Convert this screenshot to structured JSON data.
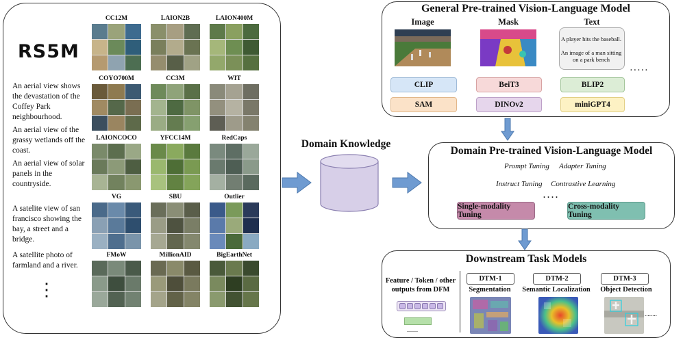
{
  "left": {
    "logo_text": "RS5M",
    "captions": [
      "An aerial view shows the devastation of the Coffey Park neighbourhood.",
      "An aerial view of the grassy wetlands off the coast.",
      "An aerial view of solar panels in the countryside.",
      "A satelite view of san francisco showing the bay, a street and a bridge.",
      "A satellite photo of farmland and a river."
    ],
    "caption_ellipsis": "⋮",
    "datasets": [
      {
        "name": "CC12M",
        "palette": [
          "#5a7c8e",
          "#9aa37a",
          "#3e6b8f",
          "#c7b48a",
          "#6b8a5a",
          "#2f5e7a",
          "#b59a70",
          "#8fa3b0",
          "#4d6e52"
        ]
      },
      {
        "name": "LAION2B",
        "palette": [
          "#8a8f6a",
          "#a79e82",
          "#5f6d52",
          "#7a7f5c",
          "#b2ab8c",
          "#6a7352",
          "#958d6e",
          "#585f48",
          "#a0a285"
        ]
      },
      {
        "name": "LAION400M",
        "palette": [
          "#5e7a4a",
          "#8aa060",
          "#4c6a3e",
          "#a5b77a",
          "#6e8e52",
          "#3f5a33",
          "#93a86b",
          "#7b9058",
          "#56703f"
        ]
      },
      {
        "name": "COYO700M",
        "palette": [
          "#6a5a3a",
          "#8e7a50",
          "#3d5a72",
          "#a08a62",
          "#55684a",
          "#7a6e52",
          "#3b4e5e",
          "#9a8560",
          "#5e6a4a"
        ]
      },
      {
        "name": "CC3M",
        "palette": [
          "#6e8a5a",
          "#8fa37a",
          "#5a7048",
          "#a3b48e",
          "#4e6a42",
          "#7f9466",
          "#9aac84",
          "#647c50",
          "#86a070"
        ]
      },
      {
        "name": "WIT",
        "palette": [
          "#8a8a7a",
          "#a5a292",
          "#6e6e62",
          "#93907e",
          "#b5b2a2",
          "#7a7868",
          "#5e5e54",
          "#9e9b8a",
          "#84826f"
        ]
      },
      {
        "name": "LAIONCOCO",
        "palette": [
          "#7a8a6a",
          "#5c6e4e",
          "#9aa886",
          "#6a7a5a",
          "#8c9a78",
          "#4e5e42",
          "#a8b494",
          "#72825e",
          "#8a9870"
        ]
      },
      {
        "name": "YFCC14M",
        "palette": [
          "#6a8a4a",
          "#8aaa5e",
          "#5a7a3e",
          "#9ab86e",
          "#4e6e36",
          "#7a9a52",
          "#a8c27e",
          "#628242",
          "#84a45a"
        ]
      },
      {
        "name": "RedCaps",
        "palette": [
          "#7a8a7e",
          "#5e6e64",
          "#9aa89a",
          "#6a7a6e",
          "#4e5e54",
          "#8a9a8a",
          "#a4b0a2",
          "#727e72",
          "#5a6a5e"
        ]
      },
      {
        "name": "VG",
        "palette": [
          "#4a6a8a",
          "#6a8aaa",
          "#3a5a7a",
          "#8aa0b4",
          "#5a7a9a",
          "#2e4e6e",
          "#9ab0c2",
          "#4e6e8e",
          "#7a94aa"
        ]
      },
      {
        "name": "SBU",
        "palette": [
          "#6a6e5a",
          "#8a8e76",
          "#5a5e4a",
          "#9a9c86",
          "#4e5240",
          "#7a7e66",
          "#a6a892",
          "#62664e",
          "#84886e"
        ]
      },
      {
        "name": "Outlier",
        "palette": [
          "#3a5a8a",
          "#7a9a5a",
          "#2a3a5a",
          "#5a7aaa",
          "#9aaa7a",
          "#1e2e4e",
          "#6a8aba",
          "#4a6a3a",
          "#8aaac2"
        ]
      },
      {
        "name": "FMoW",
        "palette": [
          "#5a6a5a",
          "#7a8a7a",
          "#4a5a4a",
          "#8a9a8a",
          "#3e4e3e",
          "#6a7a6a",
          "#9aa89a",
          "#526252",
          "#728272"
        ]
      },
      {
        "name": "MillionAID",
        "palette": [
          "#6a6a52",
          "#8a8a6a",
          "#5a5a42",
          "#9a9a7a",
          "#4e4e3a",
          "#7a7a5e",
          "#a4a48a",
          "#626248",
          "#848466"
        ]
      },
      {
        "name": "BigEarthNet",
        "palette": [
          "#4a5a3a",
          "#6a7a4e",
          "#3a4a2e",
          "#7a8a5e",
          "#2e3e22",
          "#5a6a42",
          "#8a9a6e",
          "#425232",
          "#66764a"
        ]
      }
    ]
  },
  "middle": {
    "label": "Domain Knowledge"
  },
  "general": {
    "title": "General Pre-trained Vision-Language Model",
    "col_image": "Image",
    "col_mask": "Mask",
    "col_text": "Text",
    "text_box_lines": [
      "A player hits the baseball.",
      "An image of a man sitting on a park bench"
    ],
    "ellipsis": ". . . . .",
    "models": [
      {
        "label": "CLIP",
        "bg": "#d6e6f7",
        "border": "#9fbbd8"
      },
      {
        "label": "BeiT3",
        "bg": "#f7d9d9",
        "border": "#d8a3a3"
      },
      {
        "label": "BLIP2",
        "bg": "#dcedd6",
        "border": "#a3c59a"
      },
      {
        "label": "SAM",
        "bg": "#fbe2c8",
        "border": "#e2b78a"
      },
      {
        "label": "DINOv2",
        "bg": "#e6d6ec",
        "border": "#bda1c8"
      },
      {
        "label": "miniGPT4",
        "bg": "#fdf2c4",
        "border": "#e2cf85"
      }
    ]
  },
  "domain": {
    "title": "Domain Pre-trained Vision-Language Model",
    "tags": [
      "Prompt Tuning",
      "Adapter Tuning",
      "Instruct Tuning",
      "Contrastive Learning"
    ],
    "ellipsis": ". . . .",
    "single": {
      "label": "Single-modality Tuning",
      "bg": "#c58aaa"
    },
    "cross": {
      "label": "Cross-modality Tuning",
      "bg": "#7fbfb0"
    }
  },
  "downstream": {
    "title": "Downstream Task Models",
    "feature_text": "Feature / Token / other outputs from DFM",
    "dots": "........",
    "tail_dots": "........",
    "tasks": [
      {
        "id": "DTM-1",
        "name": "Segmentation"
      },
      {
        "id": "DTM-2",
        "name": "Semantic Localization"
      },
      {
        "id": "DTM-3",
        "name": "Object Detection"
      }
    ]
  },
  "colors": {
    "arrow_fill": "#6f9bd1",
    "arrow_stroke": "#4d79ae",
    "db_fill": "#d7cfe8",
    "db_stroke": "#8a7fb0"
  }
}
